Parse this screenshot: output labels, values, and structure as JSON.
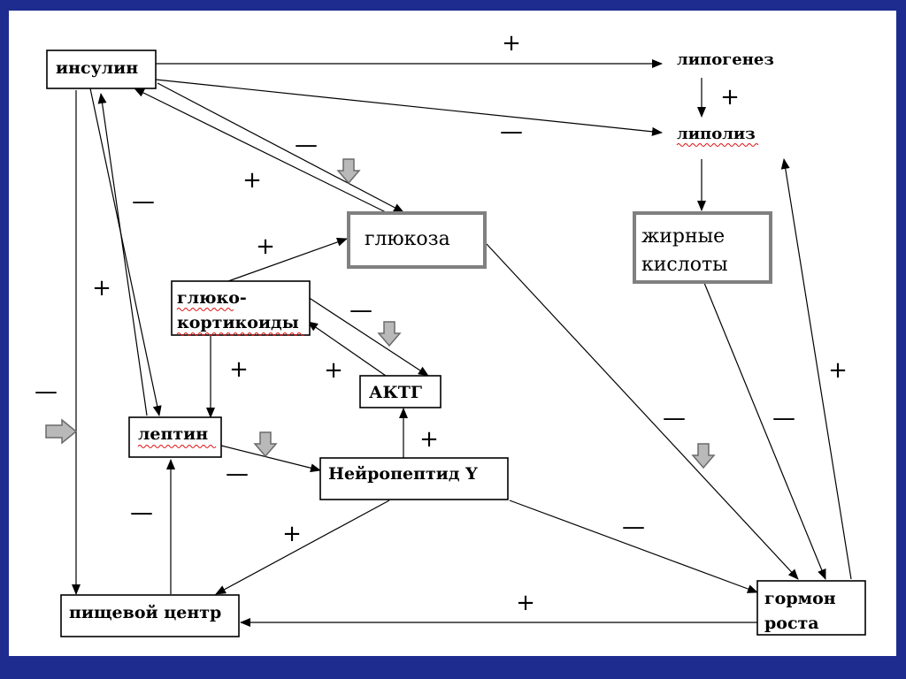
{
  "nodes": {
    "insulin": "инсулин",
    "lipogenesis": "липогенез",
    "lipolysis": "липолиз",
    "glucose": "глюкоза",
    "fatty_acids_1": "жирные",
    "fatty_acids_2": "кислоты",
    "glucocorticoids_1": "глюко-",
    "glucocorticoids_2": "кортикоиды",
    "acth": "АКТГ",
    "leptin": "лептин",
    "neuropeptide_y": "Нейропептид Y",
    "food_center": "пищевой центр",
    "growth_hormone_1": "гормон",
    "growth_hormone_2": "роста"
  },
  "signs": {
    "plus": "+",
    "minus": "—"
  },
  "colors": {
    "frame": "#1d2c8e",
    "thick_border": "#808080",
    "block_arrow": "#b9b9b9"
  }
}
